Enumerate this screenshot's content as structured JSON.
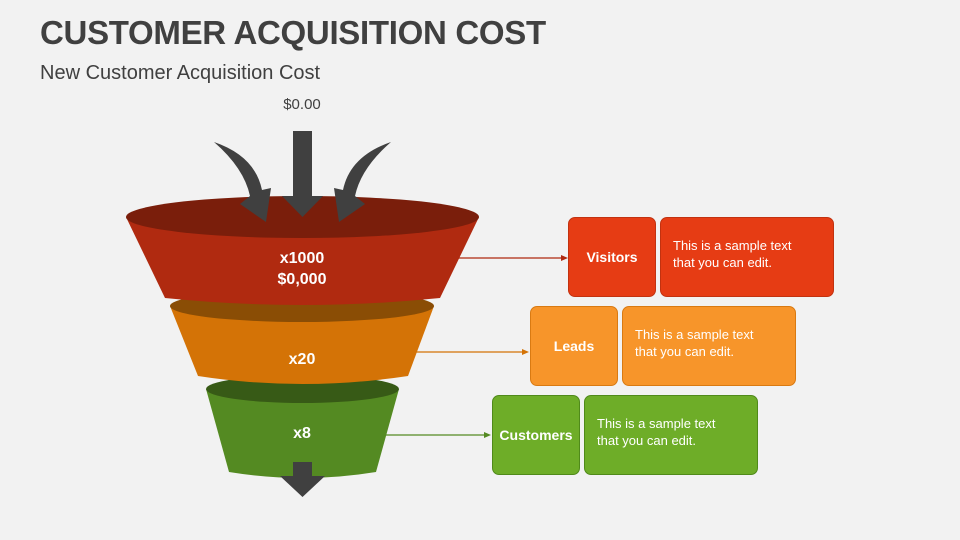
{
  "header": {
    "title": "CUSTOMER ACQUISITION COST",
    "subtitle": "New Customer Acquisition Cost"
  },
  "funnel": {
    "input_cost": "$0.00",
    "stages": [
      {
        "multiplier": "x1000",
        "cost": "$0,000",
        "color": "#b02a10",
        "top_color": "#7a1e0b"
      },
      {
        "multiplier": "x20",
        "color": "#d47306",
        "top_color": "#8a4d05"
      },
      {
        "multiplier": "x8",
        "color": "#548a22",
        "top_color": "#375a16"
      }
    ],
    "arrow_color": "#404040"
  },
  "cards": [
    {
      "label": "Visitors",
      "description_line1": "This is a sample text",
      "description_line2": "that you can edit.",
      "color": "#e63c14",
      "border": "#c23210"
    },
    {
      "label": "Leads",
      "description_line1": "This is a sample text",
      "description_line2": "that you can edit.",
      "color": "#f7952a",
      "border": "#d97a12"
    },
    {
      "label": "Customers",
      "description_line1": "This is a sample text",
      "description_line2": "that you can edit.",
      "color": "#6ead28",
      "border": "#508a1a"
    }
  ]
}
